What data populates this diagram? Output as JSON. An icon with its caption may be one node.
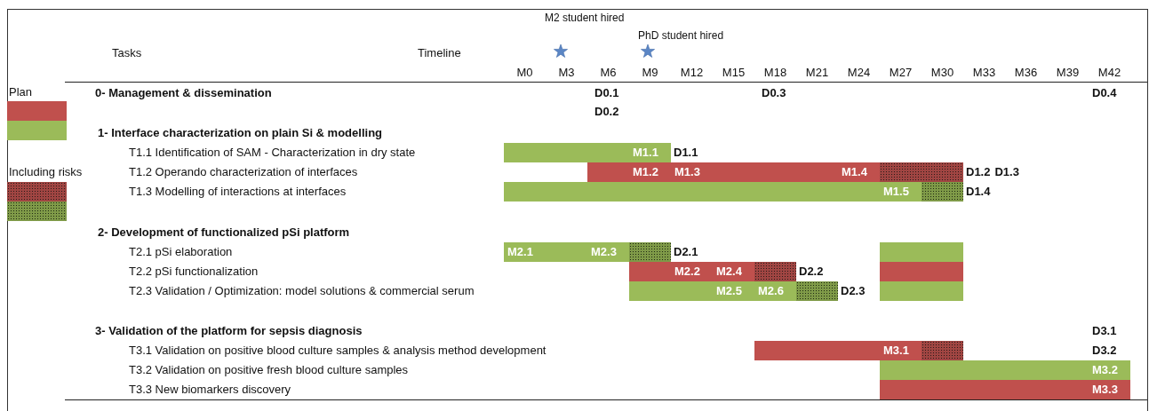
{
  "diagram": {
    "nodes": [
      {
        "text": [
          "M1.1"
        ],
        "beside": [
          "D1.1"
        ]
      },
      {
        "text": [
          "M1.2",
          "M1.3",
          "M1.4"
        ]
      },
      {
        "text": [],
        "shape": "bar",
        "beside": [
          "D1.2",
          "D1.3"
        ]
      },
      {
        "text": [
          "M1.5"
        ]
      },
      {
        "text": [],
        "shape": "bar",
        "beside": [
          "D1.4"
        ]
      },
      {
        "text": [
          "M2.1",
          "M2.3"
        ]
      },
      {
        "text": [],
        "shape": "bar",
        "beside": [
          "D2.1"
        ]
      },
      {
        "text": [],
        "shape": "bar"
      },
      {
        "text": [
          "M2.2",
          "M2.4"
        ]
      },
      {
        "text": [],
        "shape": "bar",
        "beside": [
          "D2.2"
        ]
      },
      {
        "text": [],
        "shape": "bar"
      },
      {
        "text": [
          "M2.5",
          "M2.6"
        ]
      },
      {
        "text": [],
        "shape": "bar",
        "beside": [
          "D2.3"
        ]
      },
      {
        "text": [],
        "shape": "bar"
      },
      {
        "text": [
          "M3.1"
        ]
      },
      {
        "text": [],
        "shape": "bar"
      },
      {
        "text": [
          "M3.2"
        ]
      },
      {
        "text": [
          "M3.3"
        ]
      }
    ],
    "labels": [
      "M2 student hired",
      "PhD student hired",
      "Tasks",
      "Timeline",
      "M0",
      "M3",
      "M6",
      "M9",
      "M12",
      "M15",
      "M18",
      "M21",
      "M24",
      "M27",
      "M30",
      "M33",
      "M36",
      "M39",
      "M42",
      "0- Management & dissemination",
      "D0.1",
      "D0.3",
      "D0.4",
      "D0.2",
      "1- Interface characterization on plain Si & modelling",
      "T1.1 Identification of SAM - Characterization in dry state",
      "T1.2 Operando characterization of interfaces",
      "T1.3 Modelling of interactions at interfaces",
      "2- Development of functionalized pSi platform",
      "T2.1 pSi elaboration",
      "T2.2 pSi functionalization",
      "T2.3 Validation / Optimization: model solutions & commercial serum",
      "3- Validation of the platform for sepsis diagnosis",
      "D3.1",
      "T3.1 Validation on positive blood culture samples & analysis method development",
      "D3.2",
      "T3.2 Validation on positive fresh blood culture samples",
      "T3.3 New biomarkers discovery"
    ],
    "legend": [
      {
        "text": "Plan"
      },
      {
        "text": "Including risks"
      }
    ]
  }
}
